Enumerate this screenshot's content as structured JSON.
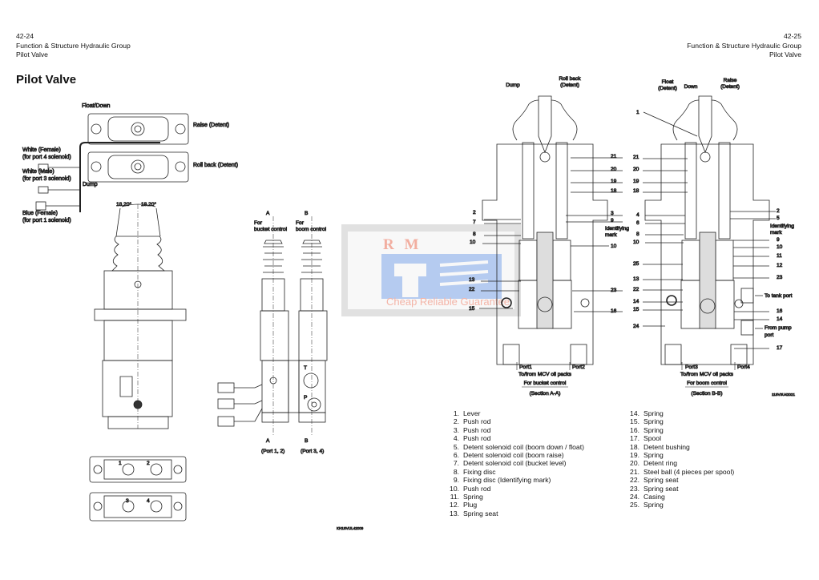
{
  "header_left": {
    "page": "42-24",
    "section": "Function & Structure Hydraulic Group",
    "subsection": "Pilot Valve"
  },
  "header_right": {
    "page": "42-25",
    "section": "Function & Structure Hydraulic Group",
    "subsection": "Pilot Valve"
  },
  "title": "Pilot Valve",
  "top_view": {
    "float_down": "Float/Down",
    "raise_detent": "Raise (Detent)",
    "roll_back_detent": "Roll back (Detent)",
    "dump": "Dump",
    "white_female": "White (Female)",
    "white_female_port": "(for port 4 solenoid)",
    "white_male": "White (Male)",
    "white_male_port": "(for port 3 solenoid)",
    "blue_female": "Blue (Female)",
    "blue_female_port": "(for port 1 solenoid)",
    "angle_left": "18.20°",
    "angle_right": "18.20°"
  },
  "base_plate": {
    "ports": [
      "1",
      "2",
      "3",
      "4"
    ]
  },
  "side_view": {
    "a": "A",
    "b": "B",
    "for": "For",
    "bucket_control": "bucket control",
    "boom_control": "boom control",
    "port_t": "T",
    "port_p": "P",
    "ports_12": "(Port 1, 2)",
    "ports_34": "(Port 3, 4)"
  },
  "section_aa": {
    "dump": "Dump",
    "roll_back": "Roll back",
    "detent": "(Detent)",
    "identifying": "Identifying",
    "mark": "mark",
    "port1": "Port1",
    "port2": "Port2",
    "to_from": "To/from MCV oil packs",
    "for_control": "For bucket control",
    "section": "(Section A-A)",
    "callouts": [
      "21",
      "20",
      "19",
      "18",
      "2",
      "7",
      "8",
      "10",
      "13",
      "22",
      "15",
      "3",
      "9",
      "10",
      "23",
      "16"
    ]
  },
  "section_bb": {
    "float": "Float",
    "detent": "(Detent)",
    "down": "Down",
    "raise": "Raise",
    "identifying": "Identifying",
    "mark": "mark",
    "to_tank_port": "To tank port",
    "from_pump": "From pump",
    "port": "port",
    "port3": "Port3",
    "port4": "Port4",
    "to_from": "To/from MCV oil packs",
    "for_control": "For boom control",
    "section": "(Section B-B)",
    "callouts": [
      "1",
      "21",
      "20",
      "19",
      "18",
      "4",
      "6",
      "8",
      "10",
      "25",
      "13",
      "22",
      "14",
      "15",
      "24",
      "2",
      "5",
      "9",
      "10",
      "11",
      "12",
      "23",
      "16",
      "14",
      "17"
    ]
  },
  "figure_codes": {
    "left": "KH1SVIJL42009",
    "right": "11SV3U42021"
  },
  "watermark": {
    "logo": "R M",
    "tagline": "Cheap Reliable Guarantee"
  },
  "parts_list": [
    {
      "n": "1.",
      "name": "Lever"
    },
    {
      "n": "2.",
      "name": "Push rod"
    },
    {
      "n": "3.",
      "name": "Push rod"
    },
    {
      "n": "4.",
      "name": "Push rod"
    },
    {
      "n": "5.",
      "name": "Detent solenoid coil (boom down / float)"
    },
    {
      "n": "6.",
      "name": "Detent solenoid coil (boom raise)"
    },
    {
      "n": "7.",
      "name": "Detent solenoid coil (bucket level)"
    },
    {
      "n": "8.",
      "name": "Fixing disc"
    },
    {
      "n": "9.",
      "name": "Fixing disc (Identifying mark)"
    },
    {
      "n": "10.",
      "name": "Push rod"
    },
    {
      "n": "11.",
      "name": "Spring"
    },
    {
      "n": "12.",
      "name": "Plug"
    },
    {
      "n": "13.",
      "name": "Spring seat"
    },
    {
      "n": "14.",
      "name": "Spring"
    },
    {
      "n": "15.",
      "name": "Spring"
    },
    {
      "n": "16.",
      "name": "Spring"
    },
    {
      "n": "17.",
      "name": "Spool"
    },
    {
      "n": "18.",
      "name": "Detent bushing"
    },
    {
      "n": "19.",
      "name": "Spring"
    },
    {
      "n": "20.",
      "name": "Detent ring"
    },
    {
      "n": "21.",
      "name": "Steel ball (4 pieces per spool)"
    },
    {
      "n": "22.",
      "name": "Spring seat"
    },
    {
      "n": "23.",
      "name": "Spring seat"
    },
    {
      "n": "24.",
      "name": "Casing"
    },
    {
      "n": "25.",
      "name": "Spring"
    }
  ]
}
